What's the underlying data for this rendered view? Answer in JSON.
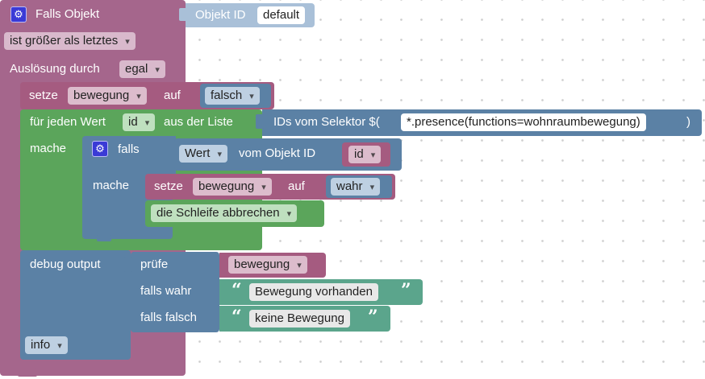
{
  "trigger": {
    "title": "Falls Objekt",
    "object_id_label": "Objekt ID",
    "object_id_value": "default",
    "condition": "ist größer als letztes",
    "trigger_label": "Auslösung durch",
    "trigger_value": "egal"
  },
  "set_block_1": {
    "prefix": "setze",
    "variable": "bewegung",
    "middle": "auf",
    "value": "falsch"
  },
  "foreach": {
    "prefix": "für jeden Wert",
    "variable": "id",
    "middle": "aus der Liste",
    "selector_label": "IDs vom Selektor $(",
    "selector_value": "*.presence(functions=wohnraumbewegung)",
    "selector_end": ")",
    "do_label": "mache"
  },
  "if_block": {
    "label": "falls",
    "do_label": "mache",
    "value_dropdown": "Wert",
    "of_object_label": "vom Objekt ID",
    "object_var": "id"
  },
  "set_block_2": {
    "prefix": "setze",
    "variable": "bewegung",
    "middle": "auf",
    "value": "wahr"
  },
  "break_block": {
    "label": "die Schleife abbrechen"
  },
  "debug": {
    "label": "debug output",
    "test_label": "prüfe",
    "test_var": "bewegung",
    "if_true_label": "falls wahr",
    "if_true_text": "Bewegung vorhanden",
    "if_false_label": "falls falsch",
    "if_false_text": "keine Bewegung",
    "level": "info"
  },
  "icons": {
    "gear": "gear-icon",
    "open_quote": "“",
    "close_quote": "”"
  },
  "colors": {
    "trigger_pink": "#a5668c",
    "loop_green": "#5ba55b",
    "logic_blue": "#5b81a5",
    "variable_pink": "#a55b80",
    "text_green": "#5ba58c",
    "object_blue_light": "#a9c0d8"
  }
}
